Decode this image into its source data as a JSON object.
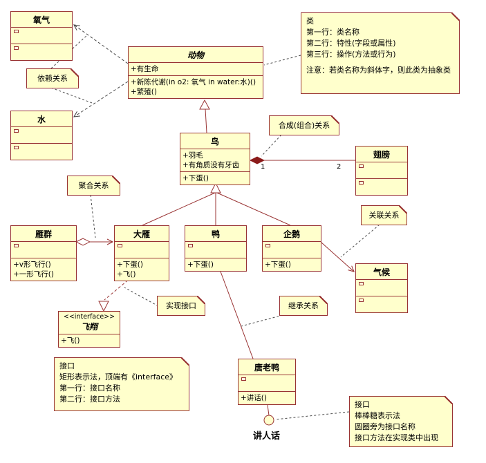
{
  "colors": {
    "box_fill": "#FFFFCC",
    "box_border": "#993333",
    "background": "#FFFFFF",
    "composition_diamond": "#8B1A1A",
    "dashed_line": "#4a4a4a"
  },
  "classes": {
    "oxygen": {
      "name": "氧气"
    },
    "water": {
      "name": "水"
    },
    "animal": {
      "name": "动物",
      "attrs": [
        "+有生命"
      ],
      "ops": [
        "+新陈代谢(in o2: 氧气 in water:水)()",
        "+繁殖()"
      ]
    },
    "bird": {
      "name": "鸟",
      "attrs": [
        "+羽毛",
        "+有角质没有牙齿"
      ],
      "ops": [
        "+下蛋()"
      ]
    },
    "wings": {
      "name": "翅膀"
    },
    "goose_flock": {
      "name": "雁群",
      "ops": [
        "+v形飞行()",
        "+一形飞行()"
      ]
    },
    "wild_goose": {
      "name": "大雁",
      "ops": [
        "+下蛋()",
        "+飞()"
      ]
    },
    "duck": {
      "name": "鸭",
      "ops": [
        "+下蛋()"
      ]
    },
    "penguin": {
      "name": "企鹅",
      "ops": [
        "+下蛋()"
      ]
    },
    "climate": {
      "name": "气候"
    },
    "fly": {
      "stereotype": "<<interface>>",
      "name": "飞翔",
      "ops": [
        "+飞()"
      ]
    },
    "donald": {
      "name": "唐老鸭",
      "ops": [
        "+讲话()"
      ]
    }
  },
  "notes": {
    "class_note": {
      "lines": [
        "类",
        "第一行：类名称",
        "第二行：特性(字段或属性)",
        "第三行：操作(方法或行为)",
        "",
        "注意：若类名称为斜体字，则此类为抽象类"
      ]
    },
    "dependency": {
      "text": "依赖关系"
    },
    "composition": {
      "text": "合成(组合)关系"
    },
    "aggregation": {
      "text": "聚合关系"
    },
    "association": {
      "text": "关联关系"
    },
    "realization": {
      "text": "实现接口"
    },
    "inheritance": {
      "text": "继承关系"
    },
    "interface_note": {
      "lines": [
        "接口",
        "矩形表示法，顶端有《interface》",
        "第一行：接口名称",
        "第二行：接口方法"
      ]
    },
    "lollipop_note": {
      "lines": [
        "接口",
        "棒棒糖表示法",
        "圆圈旁为接口名称",
        "接口方法在实现类中出现"
      ]
    }
  },
  "labels": {
    "comp_mult_near": "1",
    "comp_mult_far": "2",
    "lollipop": "讲人话"
  }
}
